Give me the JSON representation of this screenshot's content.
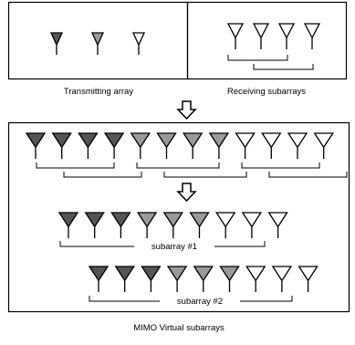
{
  "labels": {
    "transmitting": "Transmitting array",
    "receiving": "Receiving subarrays",
    "subarray1": "subarray #1",
    "subarray2": "subarray #2",
    "mimo": "MIMO Virtual subarrays"
  },
  "colors": {
    "dark": "#555555",
    "mid": "#9a9a9a",
    "light": "#ffffff",
    "stroke": "#000000"
  },
  "antennas": {
    "transmit": [
      "dark",
      "mid",
      "light"
    ],
    "receive": [
      "light",
      "light",
      "light",
      "light"
    ],
    "mimo_row": [
      "dark",
      "dark",
      "dark",
      "dark",
      "mid",
      "mid",
      "mid",
      "mid",
      "light",
      "light",
      "light",
      "light"
    ],
    "subarray1": [
      "dark",
      "dark",
      "dark",
      "mid",
      "mid",
      "mid",
      "light",
      "light",
      "light"
    ],
    "subarray2": [
      "dark",
      "dark",
      "dark",
      "mid",
      "mid",
      "mid",
      "light",
      "light",
      "light"
    ]
  },
  "icons": [
    "down-arrow-icon",
    "antenna-icon"
  ]
}
